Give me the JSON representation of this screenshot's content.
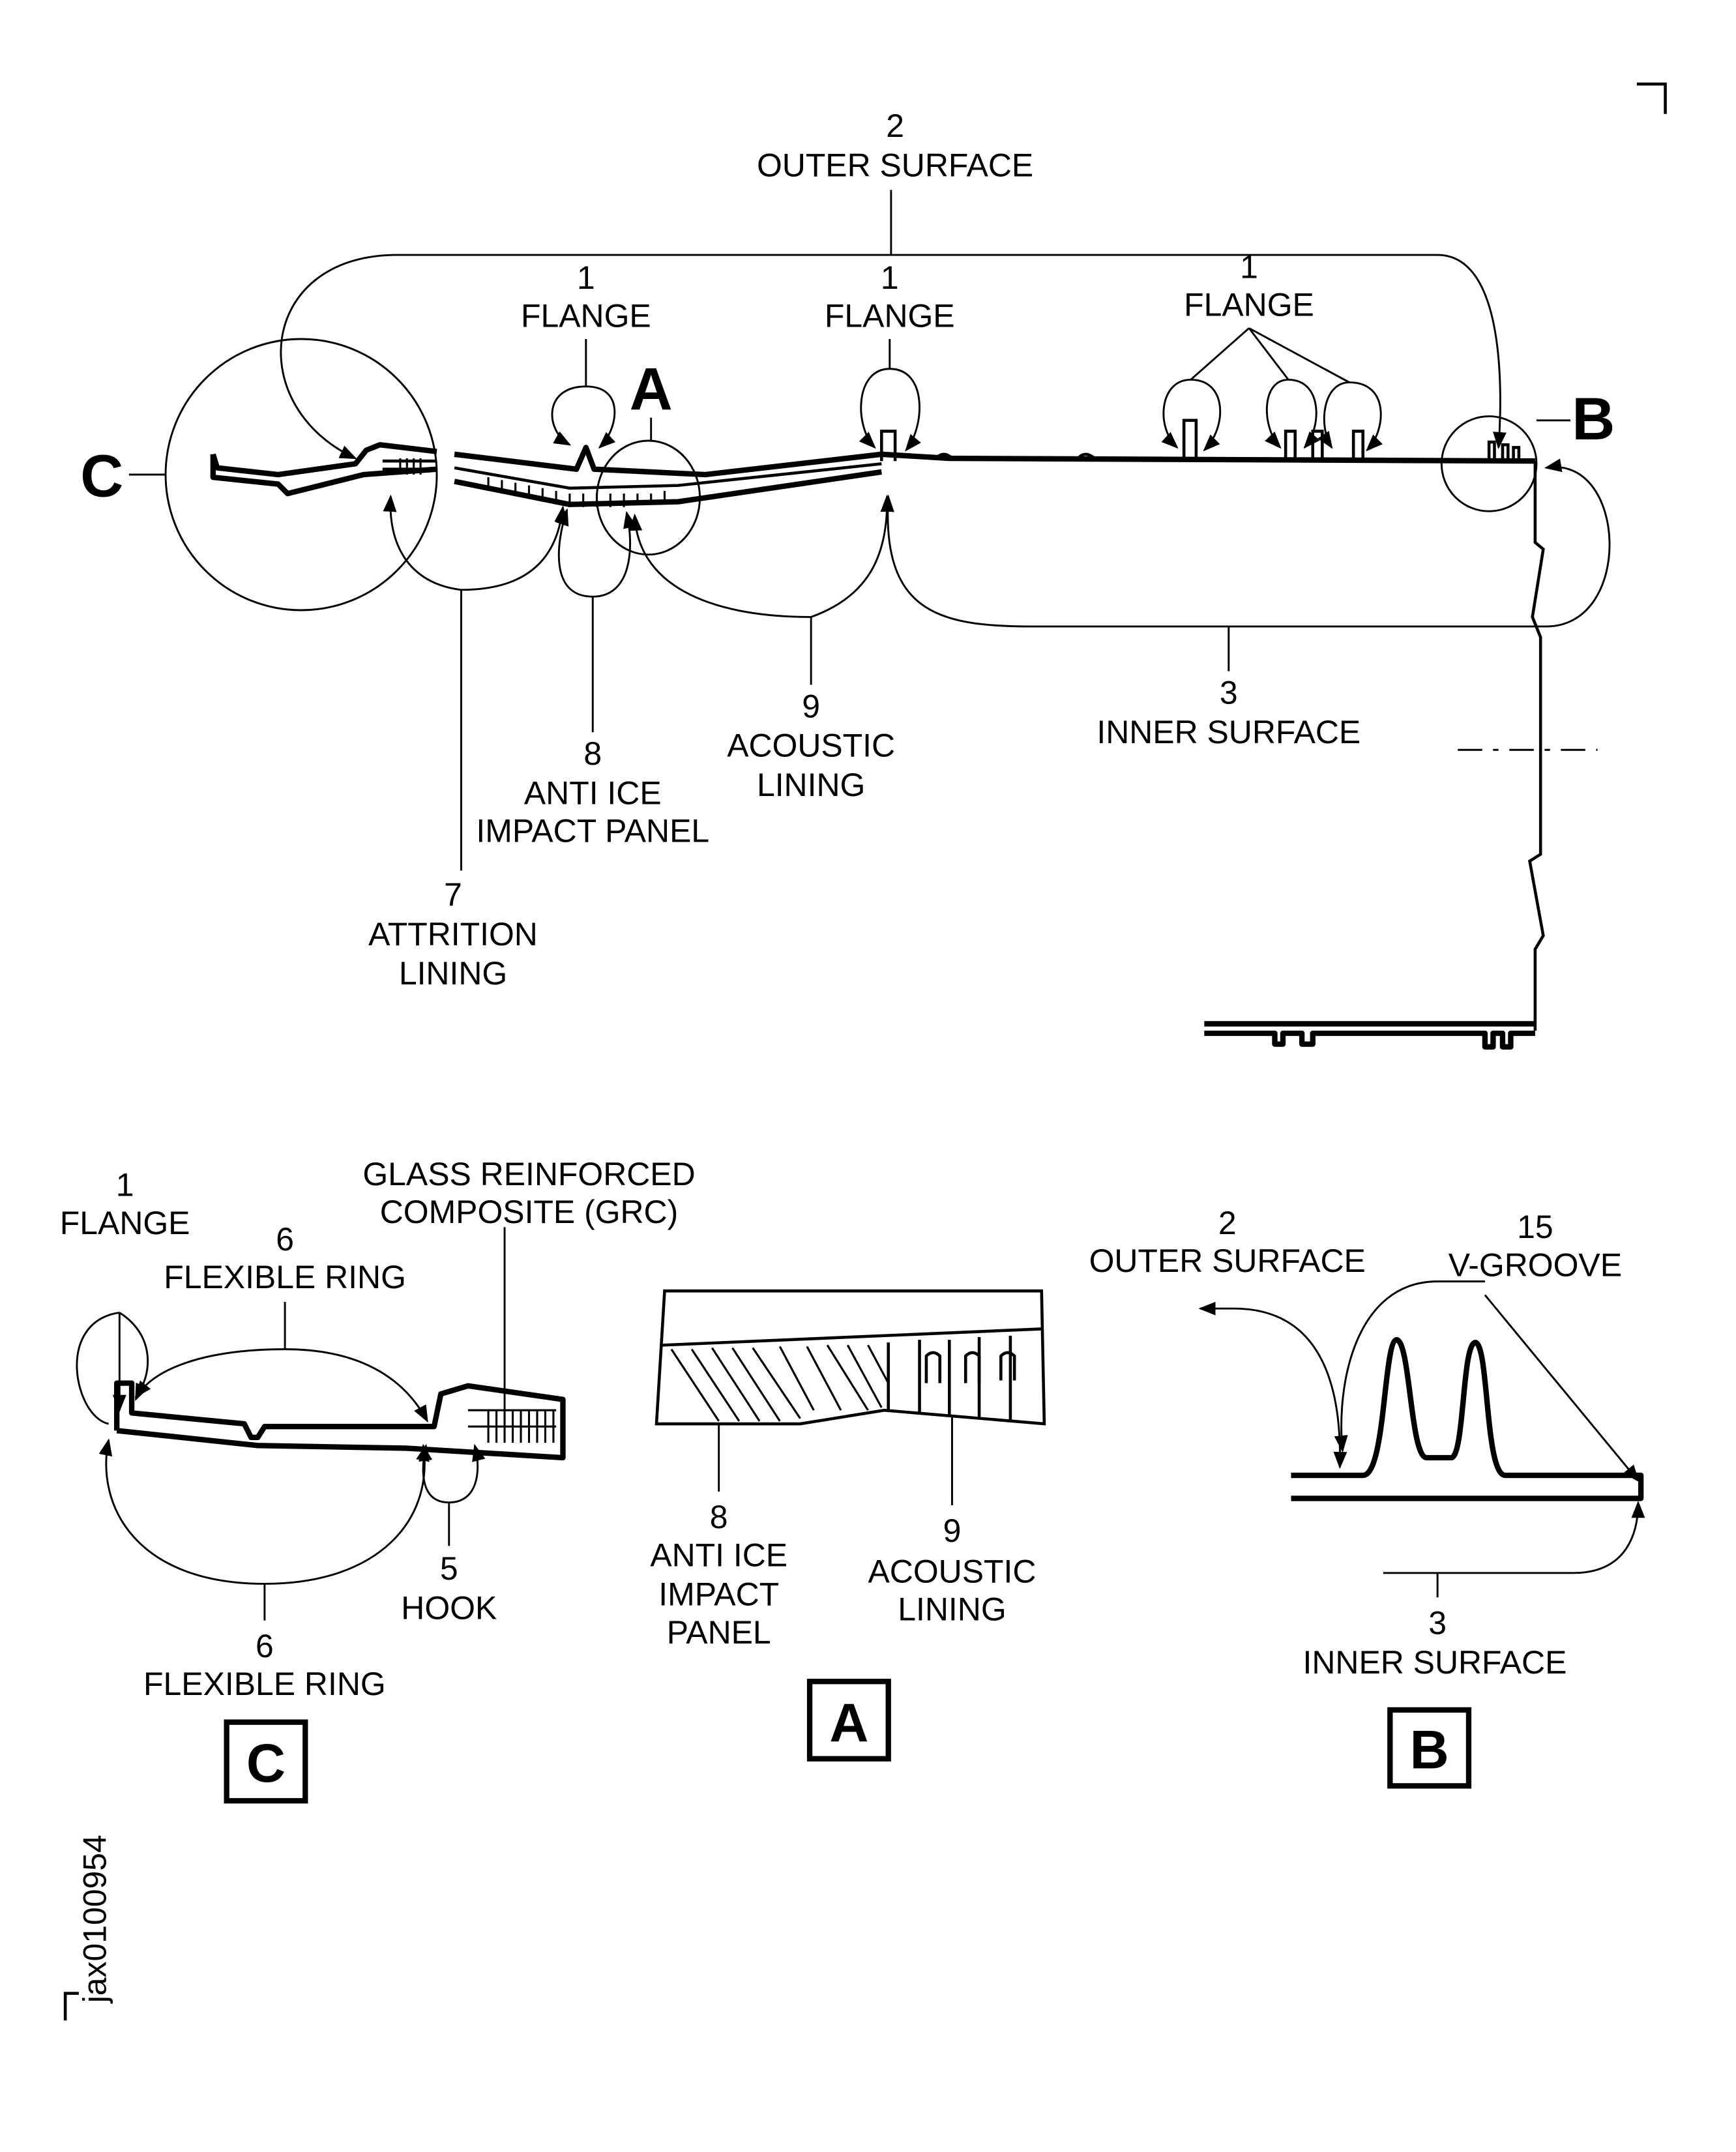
{
  "document_id": "jax0100954",
  "main_view": {
    "outer_surface": {
      "num": "2",
      "text": "OUTER SURFACE"
    },
    "flange_1": {
      "num": "1",
      "text": "FLANGE"
    },
    "flange_2": {
      "num": "1",
      "text": "FLANGE"
    },
    "flange_3": {
      "num": "1",
      "text": "FLANGE"
    },
    "callout_a": "A",
    "callout_b": "B",
    "callout_c": "C",
    "anti_ice": {
      "num": "8",
      "line1": "ANTI ICE",
      "line2": "IMPACT PANEL"
    },
    "acoustic": {
      "num": "9",
      "line1": "ACOUSTIC",
      "line2": "LINING"
    },
    "attrition": {
      "num": "7",
      "line1": "ATTRITION",
      "line2": "LINING"
    },
    "inner_surface": {
      "num": "3",
      "text": "INNER SURFACE"
    }
  },
  "detail_c": {
    "flange": {
      "num": "1",
      "text": "FLANGE"
    },
    "flex_ring_top": {
      "num": "6",
      "text": "FLEXIBLE RING"
    },
    "grc": {
      "line1": "GLASS REINFORCED",
      "line2": "COMPOSITE (GRC)"
    },
    "hook": {
      "num": "5",
      "text": "HOOK"
    },
    "flex_ring_bottom": {
      "num": "6",
      "text": "FLEXIBLE RING"
    },
    "box_label": "C"
  },
  "detail_a": {
    "anti_ice": {
      "num": "8",
      "line1": "ANTI ICE",
      "line2": "IMPACT",
      "line3": "PANEL"
    },
    "acoustic": {
      "num": "9",
      "line1": "ACOUSTIC",
      "line2": "LINING"
    },
    "box_label": "A"
  },
  "detail_b": {
    "outer_surface": {
      "num": "2",
      "text": "OUTER SURFACE"
    },
    "v_groove": {
      "num": "15",
      "text": "V-GROOVE"
    },
    "inner_surface": {
      "num": "3",
      "text": "INNER SURFACE"
    },
    "box_label": "B"
  }
}
